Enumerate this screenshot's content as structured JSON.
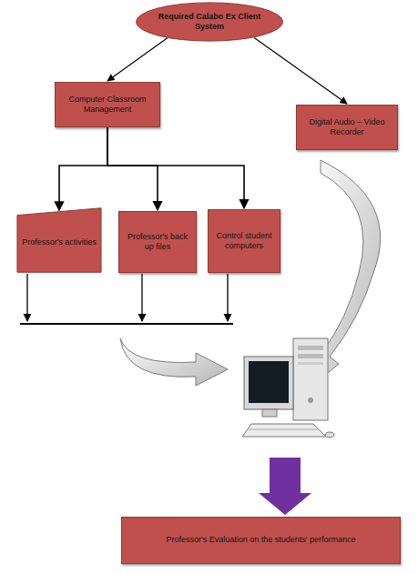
{
  "diagram": {
    "nodes": [
      {
        "text": [
          "Required Calabo Ex Client System"
        ]
      },
      {
        "text": [
          "Computer Classroom Management"
        ]
      },
      {
        "text": [
          "Digital Audio – Video Recorder"
        ]
      },
      {
        "text": [
          "Professor's activities"
        ]
      },
      {
        "text": [
          "Professor's back up files"
        ]
      },
      {
        "text": [
          "Control student computers"
        ]
      },
      {
        "text": [
          "Professor's Evaluation on the students' performance"
        ]
      }
    ],
    "edges": [
      {
        "from": 0,
        "to": 1,
        "arrow": "to"
      },
      {
        "from": 0,
        "to": 2,
        "arrow": "to"
      },
      {
        "from": 1,
        "to": 3,
        "arrow": "to"
      },
      {
        "from": 1,
        "to": 4,
        "arrow": "to"
      },
      {
        "from": 1,
        "to": 5,
        "arrow": "to"
      }
    ]
  }
}
